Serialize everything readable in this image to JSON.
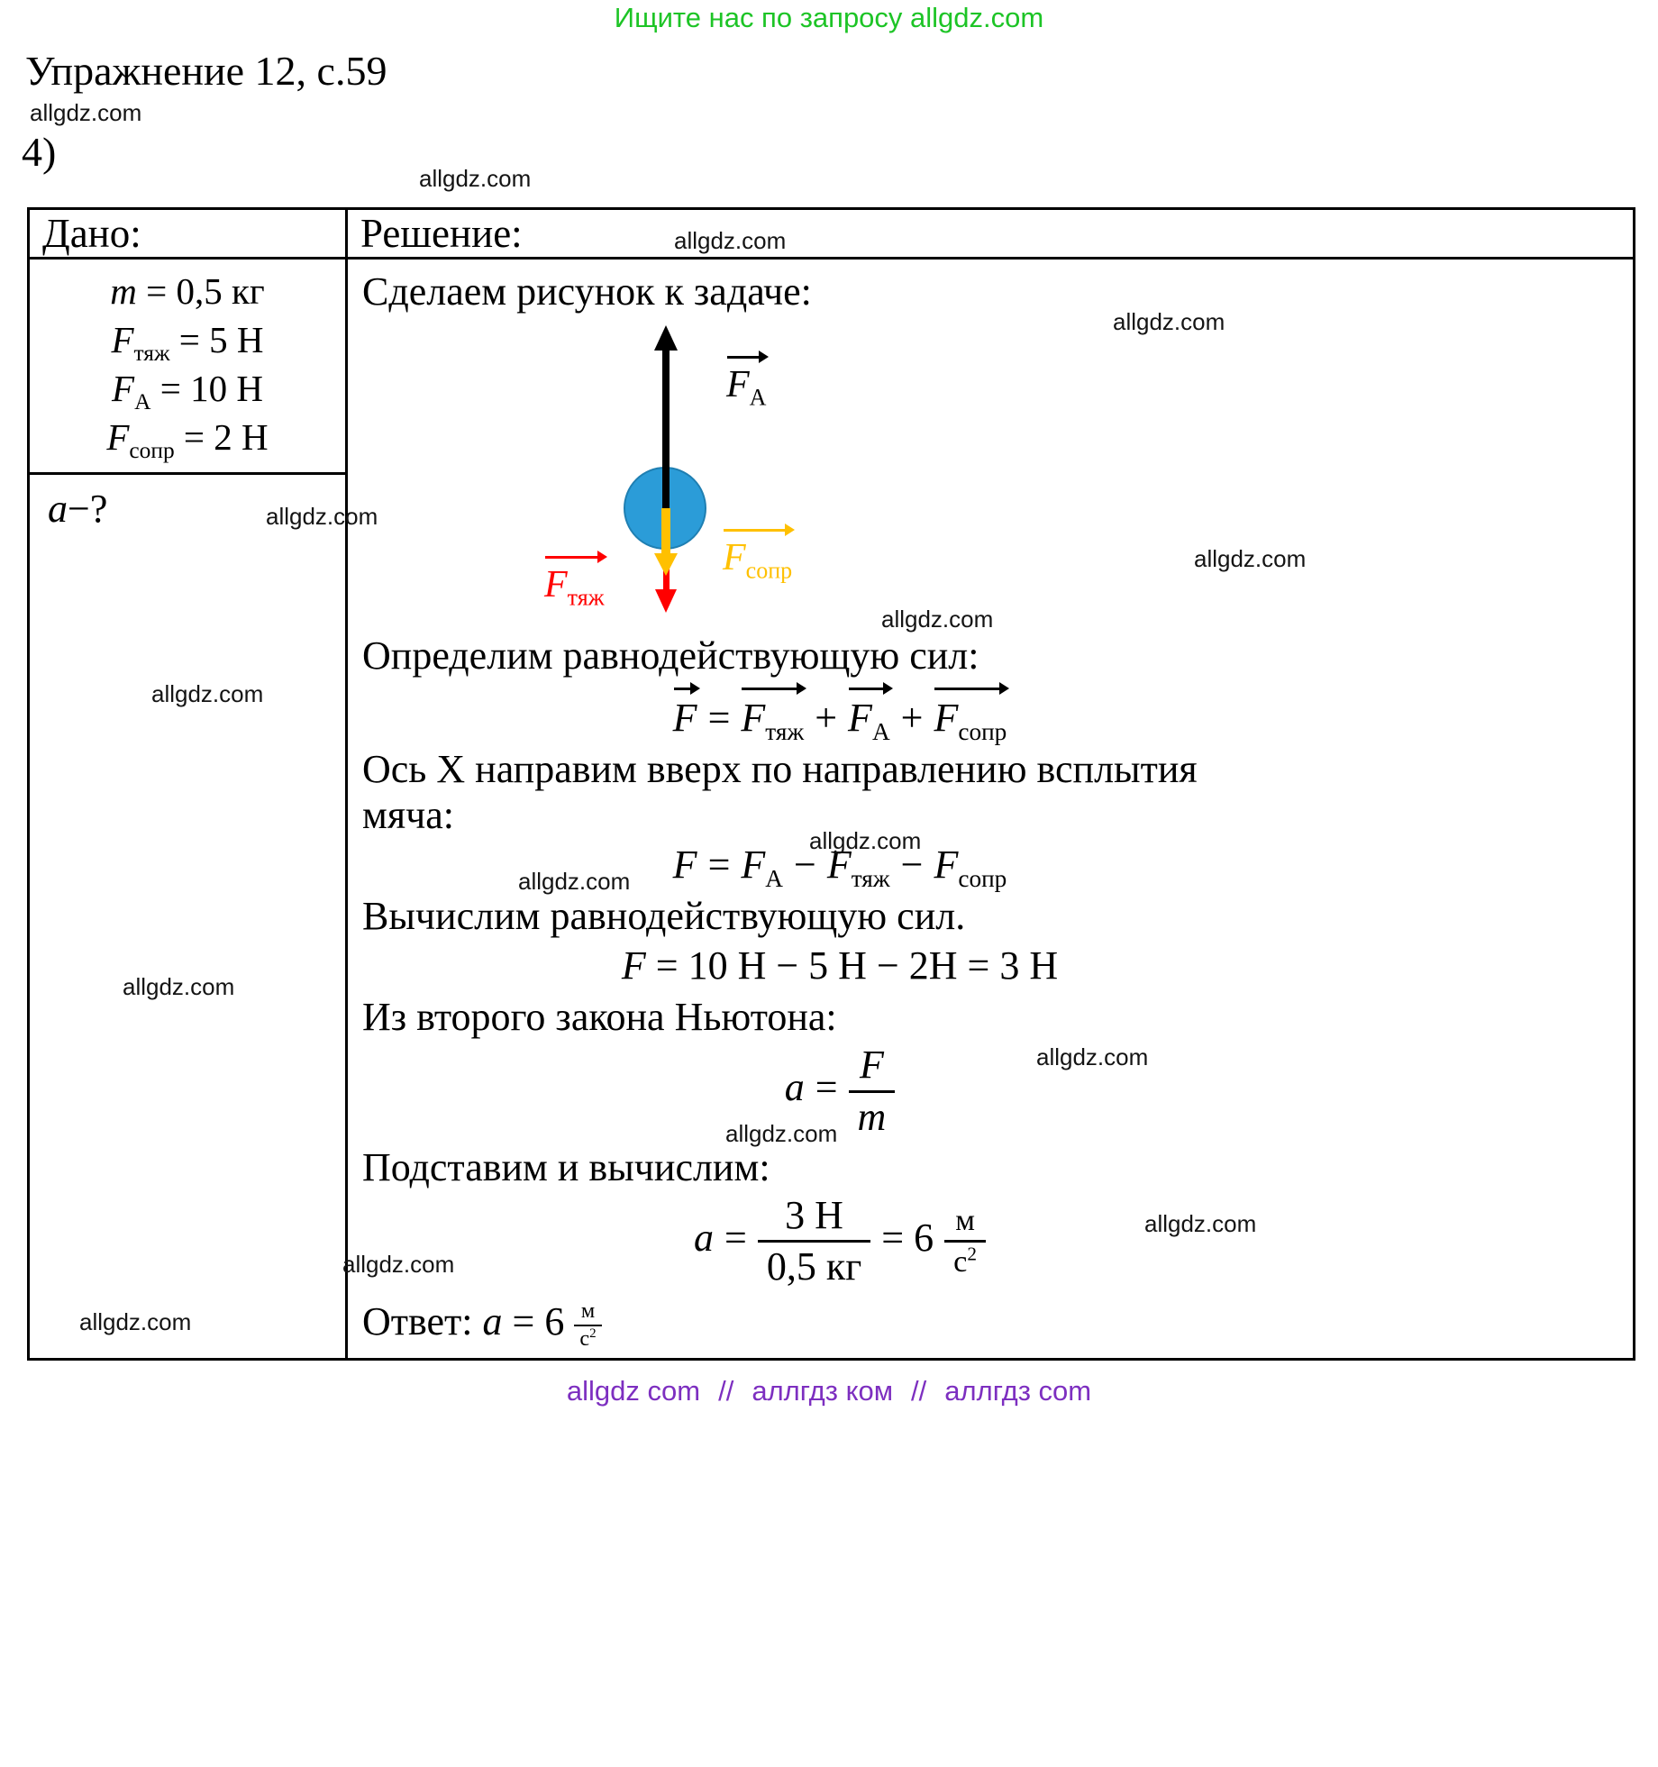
{
  "banner": {
    "text": "Ищите нас по запросу allgdz.com",
    "color": "#1dc426"
  },
  "header": {
    "title": "Упражнение 12, с.59",
    "problem_number": "4)"
  },
  "watermark": "allgdz.com",
  "table": {
    "given": {
      "label": "Дано:",
      "rows": [
        {
          "base": "m",
          "sub": "",
          "rest": " = 0,5 кг"
        },
        {
          "base": "F",
          "sub": "тяж",
          "rest": " = 5 Н"
        },
        {
          "base": "F",
          "sub": "A",
          "rest": " = 10 Н"
        },
        {
          "base": "F",
          "sub": "сопр",
          "rest": " = 2 Н"
        }
      ],
      "find": {
        "base": "a",
        "rest": "−?"
      }
    },
    "solution": {
      "label": "Решение:",
      "step1": "Сделаем рисунок к задаче:",
      "diagram": {
        "ball_color": "#2b9cd8",
        "labels": {
          "fa": {
            "base": "F",
            "sub": "A",
            "color": "#000000"
          },
          "ftyazh": {
            "base": "F",
            "sub": "тяж",
            "color": "#ff0000"
          },
          "fsopr": {
            "base": "F",
            "sub": "сопр",
            "color": "#ffc000"
          }
        }
      },
      "step2": "Определим равнодействующую сил:",
      "formula_vector": {
        "lhs": "F",
        "eq": "=",
        "t1": {
          "base": "F",
          "sub": "тяж"
        },
        "op1": "+",
        "t2": {
          "base": "F",
          "sub": "A"
        },
        "op2": "+",
        "t3": {
          "base": "F",
          "sub": "сопр"
        }
      },
      "step3_line1": "Ось X направим вверх по направлению всплытия",
      "step3_line2": "мяча:",
      "formula_projection": {
        "lhs": "F",
        "eq": "=",
        "t1": {
          "base": "F",
          "sub": "A"
        },
        "op1": "−",
        "t2": {
          "base": "F",
          "sub": "тяж"
        },
        "op2": "−",
        "t3": {
          "base": "F",
          "sub": "сопр"
        }
      },
      "step4": "Вычислим равнодействующую сил.",
      "formula_numeric": {
        "lhs": "F",
        "rest": " = 10 Н − 5 Н − 2Н = 3 Н"
      },
      "step5": "Из второго закона Ньютона:",
      "formula_newton": {
        "lhs": "a",
        "eq": "=",
        "num": "F",
        "den": "m"
      },
      "step6": "Подставим и вычислим:",
      "formula_final": {
        "lhs": "a",
        "eq": "=",
        "num": "3 Н",
        "den": "0,5 кг",
        "eq2": "= 6",
        "unit": {
          "num": "м",
          "den": "с",
          "exp": "2"
        }
      },
      "answer": {
        "label": "Ответ: ",
        "var": "a",
        "eq": " = 6 ",
        "unit": {
          "num": "м",
          "den": "с",
          "exp": "2"
        }
      }
    }
  },
  "footer": {
    "part1": "allgdz com",
    "sep1": "//",
    "part2": "аллгдз ком",
    "sep2": "//",
    "part3": "аллгдз com",
    "color": "#7d2fc0"
  }
}
